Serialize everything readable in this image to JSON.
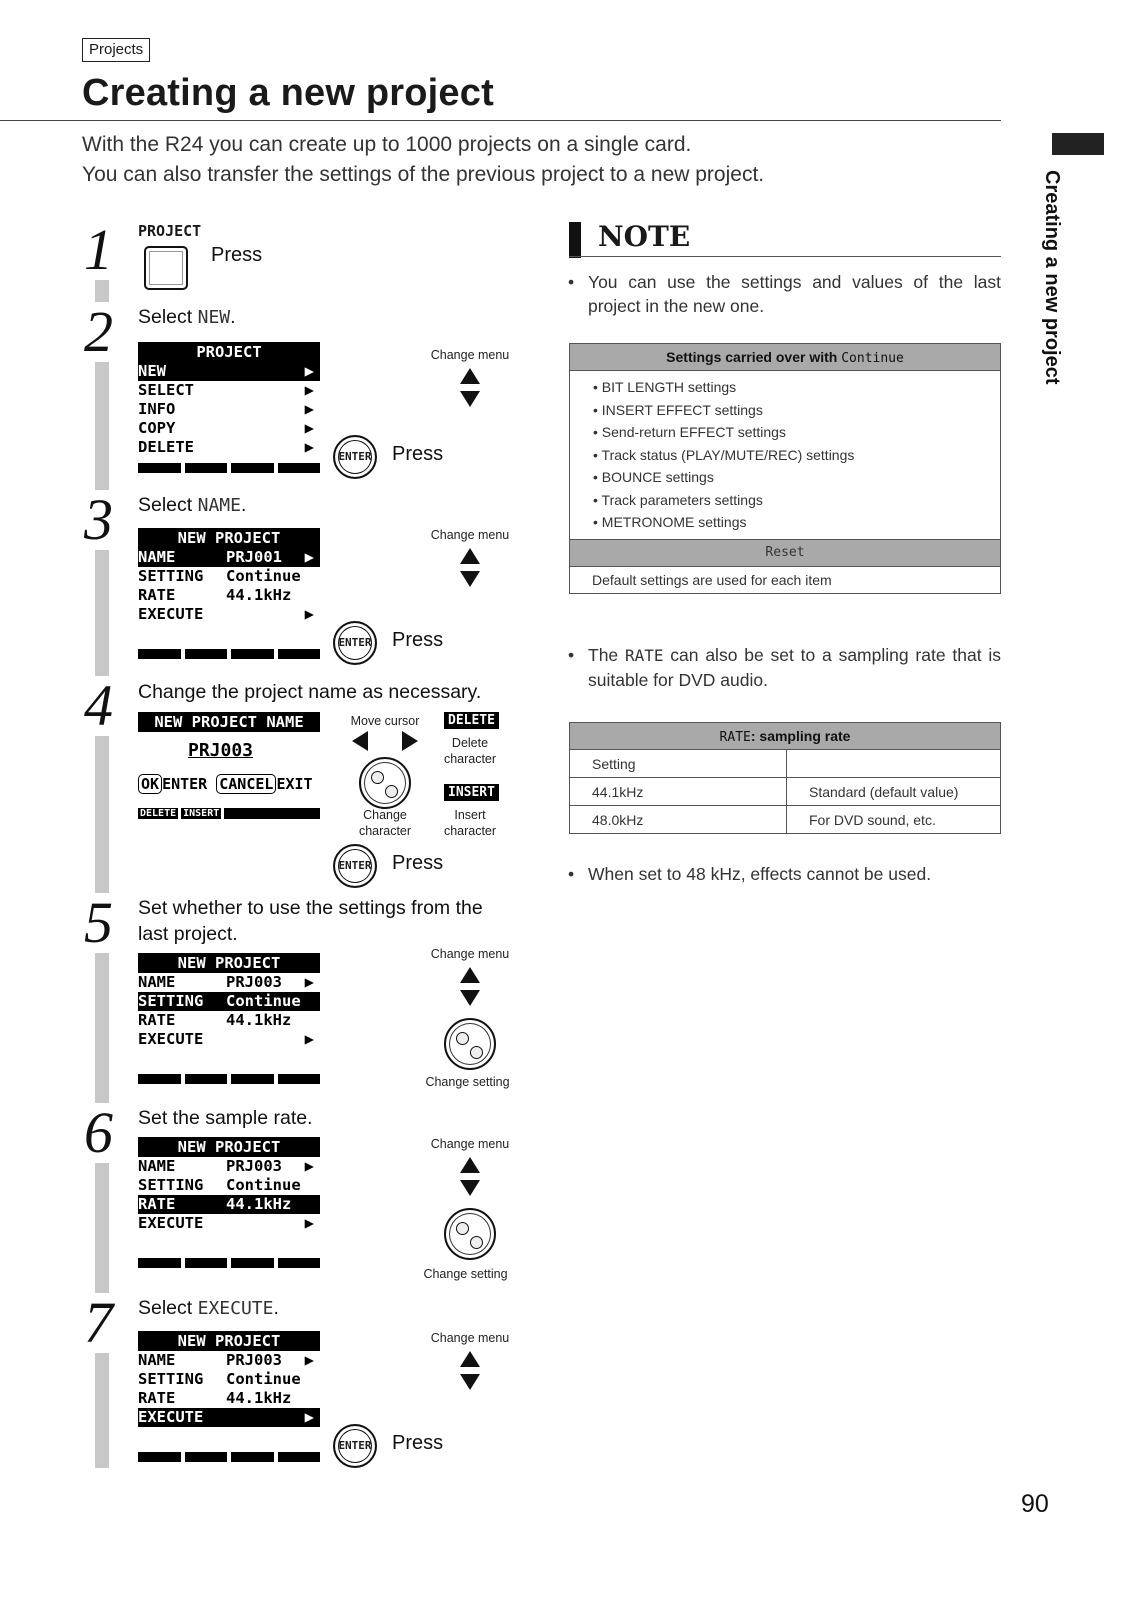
{
  "header": {
    "section": "Projects",
    "title": "Creating a new project",
    "intro": [
      "With the R24 you can create up to 1000 projects on a single card.",
      "You can also transfer the settings of the previous project to a new project."
    ]
  },
  "side_tab": "Creating a new project",
  "steps": {
    "s1": {
      "num": "1",
      "button_label": "PROJECT",
      "press": "Press"
    },
    "s2": {
      "num": "2",
      "text": "Select ",
      "code": "NEW",
      "end": ".",
      "lcd": {
        "title": "PROJECT",
        "rows": [
          "NEW",
          "SELECT",
          "INFO",
          "COPY",
          "DELETE"
        ]
      },
      "change_menu": "Change menu",
      "enter": "ENTER",
      "press": "Press"
    },
    "s3": {
      "num": "3",
      "text": "Select ",
      "code": "NAME",
      "end": ".",
      "lcd": {
        "title": "NEW PROJECT",
        "rows": [
          [
            "NAME",
            "PRJ001"
          ],
          [
            "SETTING",
            "Continue"
          ],
          [
            "RATE",
            "44.1kHz"
          ],
          [
            "EXECUTE",
            ""
          ]
        ]
      },
      "change_menu": "Change menu",
      "enter": "ENTER",
      "press": "Press"
    },
    "s4": {
      "num": "4",
      "text": "Change the project name as necessary.",
      "lcd": {
        "title": "NEW PROJECT NAME",
        "name": "PRJ003",
        "ok": "OK",
        "enter": "ENTER",
        "cancel": "CANCEL",
        "exit": "EXIT",
        "del": "DELETE",
        "ins": "INSERT"
      },
      "move_cursor": "Move cursor",
      "delete_key": "DELETE",
      "delete_label": [
        "Delete",
        "character"
      ],
      "insert_key": "INSERT",
      "insert_label": [
        "Insert",
        "character"
      ],
      "change_label": [
        "Change",
        "character"
      ],
      "enter": "ENTER",
      "press": "Press"
    },
    "s5": {
      "num": "5",
      "text": [
        "Set whether to use the settings from the",
        "last project."
      ],
      "lcd": {
        "title": "NEW PROJECT",
        "rows": [
          [
            "NAME",
            "PRJ003"
          ],
          [
            "SETTING",
            "Continue"
          ],
          [
            "RATE",
            "44.1kHz"
          ],
          [
            "EXECUTE",
            ""
          ]
        ]
      },
      "change_menu": "Change menu",
      "change_setting": "Change setting"
    },
    "s6": {
      "num": "6",
      "text": "Set the sample rate.",
      "lcd": {
        "title": "NEW PROJECT",
        "rows": [
          [
            "NAME",
            "PRJ003"
          ],
          [
            "SETTING",
            "Continue"
          ],
          [
            "RATE",
            "44.1kHz"
          ],
          [
            "EXECUTE",
            ""
          ]
        ]
      },
      "change_menu": "Change menu",
      "change_setting": "Change setting"
    },
    "s7": {
      "num": "7",
      "text": "Select ",
      "code": "EXECUTE",
      "end": ".",
      "lcd": {
        "title": "NEW PROJECT",
        "rows": [
          [
            "NAME",
            "PRJ003"
          ],
          [
            "SETTING",
            "Continue"
          ],
          [
            "RATE",
            "44.1kHz"
          ],
          [
            "EXECUTE",
            ""
          ]
        ]
      },
      "change_menu": "Change menu",
      "enter": "ENTER",
      "press": "Press"
    }
  },
  "note": {
    "title": "NOTE",
    "bullet1": "You can use the settings and values of the last project in the new one.",
    "settings_table": {
      "header_prefix": "Settings carried over with ",
      "header_code": "Continue",
      "items": [
        "BIT LENGTH settings",
        "INSERT EFFECT settings",
        "Send-return EFFECT settings",
        "Track status (PLAY/MUTE/REC) settings",
        "BOUNCE settings",
        "Track parameters settings",
        "METRONOME settings"
      ],
      "reset": "Reset",
      "reset_desc": "Default settings are used for each item"
    },
    "bullet2_pre": "The ",
    "bullet2_code": "RATE",
    "bullet2_post": " can also be set to a sampling rate that is suitable for DVD audio.",
    "rate_table": {
      "header_code": "RATE",
      "header_rest": ": sampling rate",
      "rows": [
        [
          "Setting",
          ""
        ],
        [
          "44.1kHz",
          "Standard (default value)"
        ],
        [
          "48.0kHz",
          "For DVD sound, etc."
        ]
      ]
    },
    "bullet3": "When set to 48 kHz, effects cannot be used."
  },
  "page_number": "90"
}
